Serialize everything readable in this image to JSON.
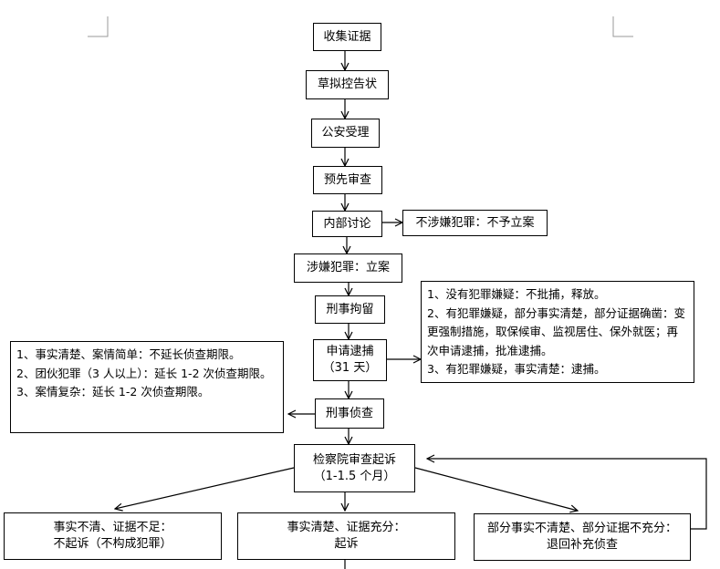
{
  "nodes": {
    "collect": "收集证据",
    "draft": "草拟控告状",
    "accept": "公安受理",
    "prereview": "预先审查",
    "discuss": "内部讨论",
    "not_suspect": "不涉嫌犯罪：不予立案",
    "suspect": "涉嫌犯罪：立案",
    "detain": "刑事拘留",
    "arrest_line1": "申请逮捕",
    "arrest_line2": "（31 天）",
    "investigate": "刑事侦查",
    "review_line1": "检察院审查起诉",
    "review_line2": "（1-1.5 个月）",
    "no_prosecute_line1": "事实不清、证据不足：",
    "no_prosecute_line2": "不起诉（不构成犯罪）",
    "prosecute_line1": "事实清楚、证据充分：",
    "prosecute_line2": "起诉",
    "return_line1": "部分事实不清楚、部分证据不充分：",
    "return_line2": "退回补充侦查"
  },
  "notes": {
    "arrest_outcomes": [
      "1、没有犯罪嫌疑：不批捕，释放。",
      "2、有犯罪嫌疑，部分事实清楚，部分证据确凿：变更强制措施，取保候审、监视居住、保外就医；再次申请逮捕，批准逮捕。",
      "3、有犯罪嫌疑，事实清楚：逮捕。"
    ],
    "investigation_limits": [
      "1、事实清楚、案情简单：不延长侦查期限。",
      "2、团伙犯罪（3 人以上）：延长 1-2 次侦查期限。",
      "3、案情复杂：延长 1-2 次侦查期限。"
    ]
  },
  "colors": {
    "line": "#000000",
    "accent_arrow": "#3cb043"
  }
}
